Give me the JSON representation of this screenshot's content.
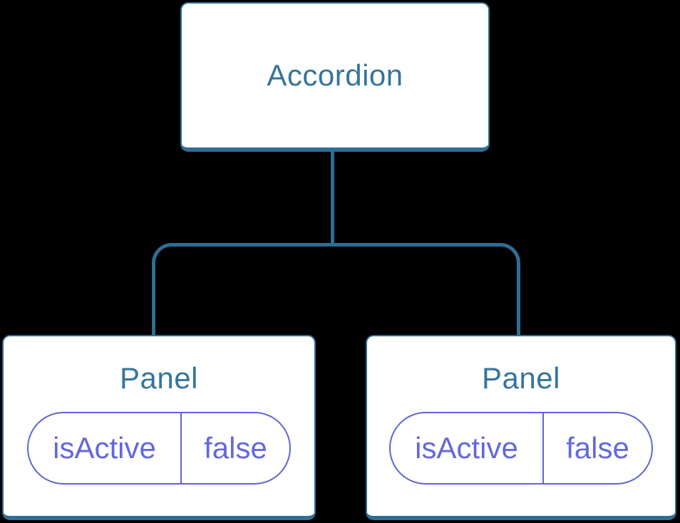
{
  "diagram": {
    "description": "React component tree diagram: Accordion parent with two Panel children, each holding local isActive state set to false"
  },
  "colors": {
    "background": "#000000",
    "node_bg": "#ffffff",
    "node_border": "#2e6e93",
    "node_text": "#35759b",
    "connector": "#2e6e93",
    "state_border": "#5f64d6",
    "state_text": "#6468da"
  },
  "tree": {
    "root": {
      "label": "Accordion"
    },
    "children": [
      {
        "label": "Panel",
        "state": {
          "name": "isActive",
          "value": "false"
        }
      },
      {
        "label": "Panel",
        "state": {
          "name": "isActive",
          "value": "false"
        }
      }
    ]
  }
}
